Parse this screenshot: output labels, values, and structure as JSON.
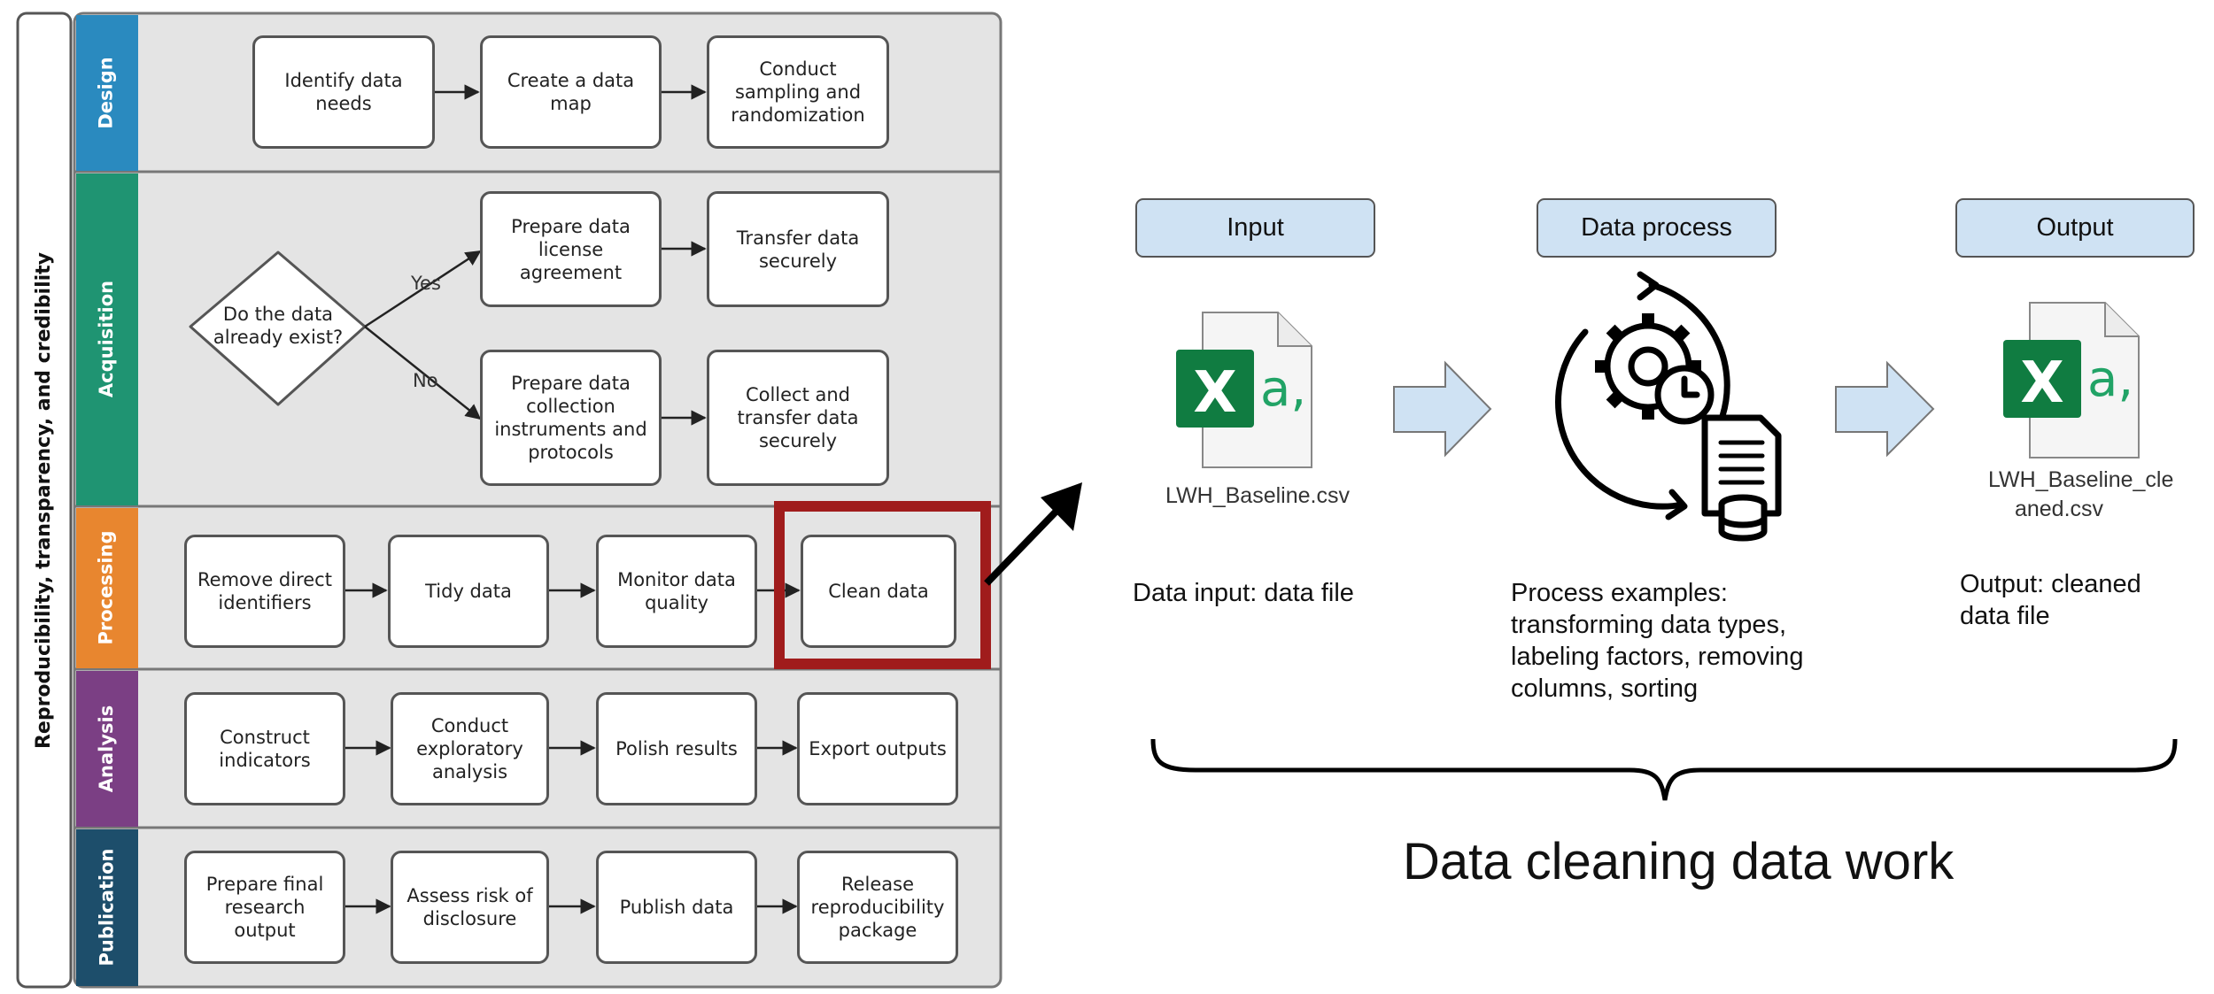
{
  "left_panel": {
    "side_label": "Reproducibility, transparency, and credibility",
    "stages": [
      {
        "label": "Design",
        "color": "#2a8abf"
      },
      {
        "label": "Acquisition",
        "color": "#1f9472"
      },
      {
        "label": "Processing",
        "color": "#e8862f"
      },
      {
        "label": "Analysis",
        "color": "#7b3f84"
      },
      {
        "label": "Publication",
        "color": "#1d4e6b"
      }
    ],
    "design": [
      "Identify data needs",
      "Create a data map",
      "Conduct sampling and randomization"
    ],
    "acquisition": {
      "question": "Do the data already exist?",
      "yes_label": "Yes",
      "no_label": "No",
      "yes_steps": [
        "Prepare data license agreement",
        "Transfer data securely"
      ],
      "no_steps": [
        "Prepare data collection instruments and protocols",
        "Collect and transfer data securely"
      ]
    },
    "processing": [
      "Remove direct identifiers",
      "Tidy data",
      "Monitor data quality",
      "Clean data"
    ],
    "analysis": [
      "Construct indicators",
      "Conduct exploratory analysis",
      "Polish results",
      "Export outputs"
    ],
    "publication": [
      "Prepare final research output",
      "Assess risk of disclosure",
      "Publish data",
      "Release reproducibility package"
    ],
    "highlight_color": "#a01c1c"
  },
  "right_panel": {
    "headers": {
      "input": "Input",
      "process": "Data process",
      "output": "Output"
    },
    "input_file": {
      "icon": "excel-file-icon",
      "name": "LWH_Baseline.csv"
    },
    "output_file": {
      "icon": "excel-file-icon",
      "name": "LWH_Baseline_cle aned.csv"
    },
    "process_icon": "gear-cycle-document-database-icon",
    "descriptions": {
      "input": "Data input: data file",
      "process": "Process examples: transforming data types, labeling factors, removing columns, sorting",
      "output": "Output: cleaned data file"
    },
    "title": "Data cleaning data work"
  }
}
